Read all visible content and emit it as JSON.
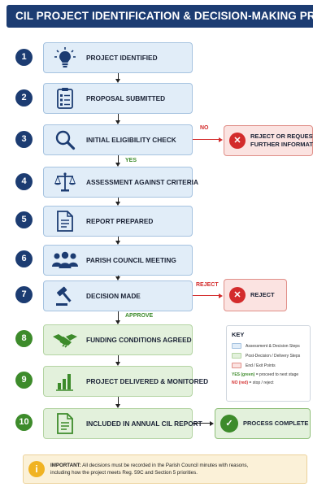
{
  "title": "CIL PROJECT IDENTIFICATION & DECISION-MAKING PROCESS",
  "steps": [
    {
      "num": "1",
      "label": "PROJECT IDENTIFIED",
      "icon": "lightbulb-icon"
    },
    {
      "num": "2",
      "label": "PROPOSAL SUBMITTED",
      "icon": "clipboard-icon"
    },
    {
      "num": "3",
      "label": "INITIAL ELIGIBILITY CHECK",
      "icon": "magnifier-icon"
    },
    {
      "num": "4",
      "label": "ASSESSMENT AGAINST CRITERIA",
      "icon": "scales-icon"
    },
    {
      "num": "5",
      "label": "REPORT PREPARED",
      "icon": "document-icon"
    },
    {
      "num": "6",
      "label": "PARISH COUNCIL MEETING",
      "icon": "people-icon"
    },
    {
      "num": "7",
      "label": "DECISION MADE",
      "icon": "gavel-icon"
    },
    {
      "num": "8",
      "label": "FUNDING CONDITIONS AGREED",
      "icon": "handshake-icon"
    },
    {
      "num": "9",
      "label": "PROJECT DELIVERED & MONITORED",
      "icon": "bar-chart-icon"
    },
    {
      "num": "10",
      "label": "INCLUDED IN ANNUAL CIL REPORT",
      "icon": "report-icon"
    }
  ],
  "branches": {
    "no": "NO",
    "yes": "YES",
    "reject": "REJECT",
    "approve": "APPROVE"
  },
  "outcomes": {
    "reject_or_request_line1": "REJECT OR REQUEST",
    "reject_or_request_line2": "FURTHER INFORMATION",
    "reject": "REJECT",
    "complete": "PROCESS COMPLETE"
  },
  "key": {
    "title": "KEY",
    "items": [
      {
        "label": "Assessment & Decision Steps",
        "color": "#e1edf8"
      },
      {
        "label": "Post-Decision / Delivery Steps",
        "color": "#e3f1dc"
      },
      {
        "label": "End / Exit Points",
        "color": "#fbe3e1"
      }
    ],
    "yes_term": "YES (green)",
    "yes_text": " = proceed to next stage",
    "no_term": "NO (red)",
    "no_text": " = stop / reject"
  },
  "footer": {
    "bold": "IMPORTANT:",
    "text1": " All decisions must be recorded in the Parish Council minutes with reasons,",
    "text2": "including how the project meets Reg. 59C and Section 5 priorities."
  },
  "colors": {
    "navy": "#1c3c72",
    "green": "#3d8b2b",
    "red": "#d32b2b"
  }
}
